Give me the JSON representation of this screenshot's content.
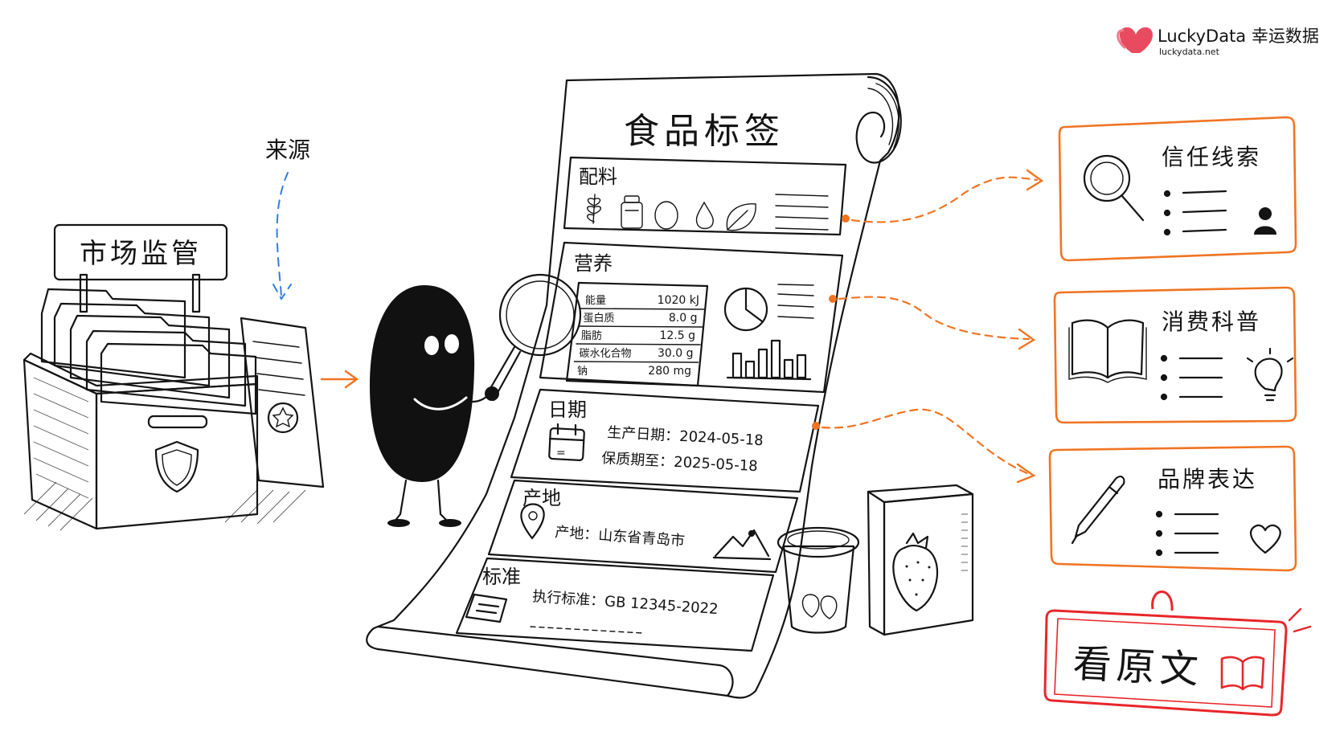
{
  "brand": {
    "name": "LuckyData 幸运数据",
    "site": "luckydata.net",
    "color": "#e84a5f"
  },
  "source_label": "来源",
  "market": {
    "sign": "市场监管"
  },
  "label_doc": {
    "title": "食品标签",
    "ingredients": {
      "heading": "配料",
      "icons": [
        "grain-icon",
        "jar-icon",
        "egg-icon",
        "drop-icon",
        "leaf-icon"
      ]
    },
    "nutrition": {
      "heading": "营养",
      "rows": [
        {
          "name": "能量",
          "value": "1020 kJ"
        },
        {
          "name": "蛋白质",
          "value": "8.0 g"
        },
        {
          "name": "脂肪",
          "value": "12.5 g"
        },
        {
          "name": "碳水化合物",
          "value": "30.0 g"
        },
        {
          "name": "钠",
          "value": "280 mg"
        }
      ],
      "icons": [
        "pie-chart-icon",
        "bar-chart-icon"
      ]
    },
    "date": {
      "heading": "日期",
      "production": "生产日期：2024-05-18",
      "expiry": "保质期至：2025-05-18"
    },
    "origin": {
      "heading": "产地",
      "place": "产地：山东省青岛市"
    },
    "standard": {
      "heading": "标准",
      "code": "执行标准：GB 12345-2022"
    }
  },
  "outputs": [
    {
      "title": "信任线索",
      "icon": "magnifier-icon",
      "badge": "person-icon"
    },
    {
      "title": "消费科普",
      "icon": "book-icon",
      "badge": "lightbulb-icon"
    },
    {
      "title": "品牌表达",
      "icon": "pen-icon",
      "badge": "heart-icon"
    }
  ],
  "stamp": {
    "label": "看原文",
    "icon": "book-icon"
  },
  "colors": {
    "accent": "#f07422",
    "source_arrow": "#2f7ee0",
    "stamp": "#e8262a",
    "ink": "#141414"
  }
}
